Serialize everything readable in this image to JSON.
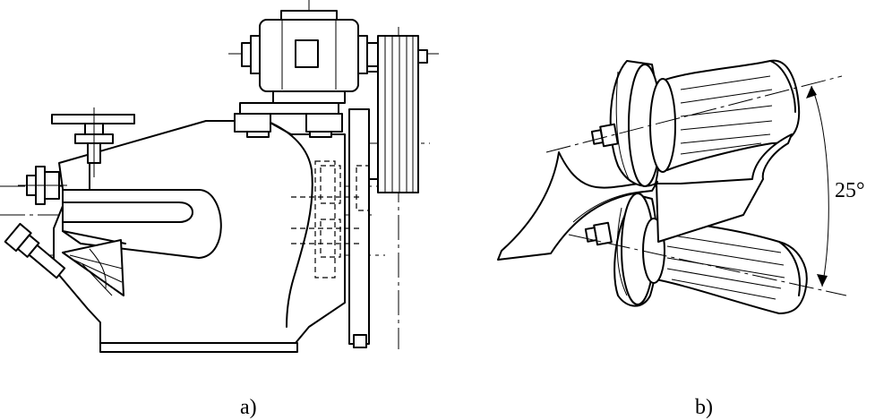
{
  "figure": {
    "panel_a_caption": "a)",
    "panel_b_caption": "b)",
    "angle_annotation": "25°"
  }
}
